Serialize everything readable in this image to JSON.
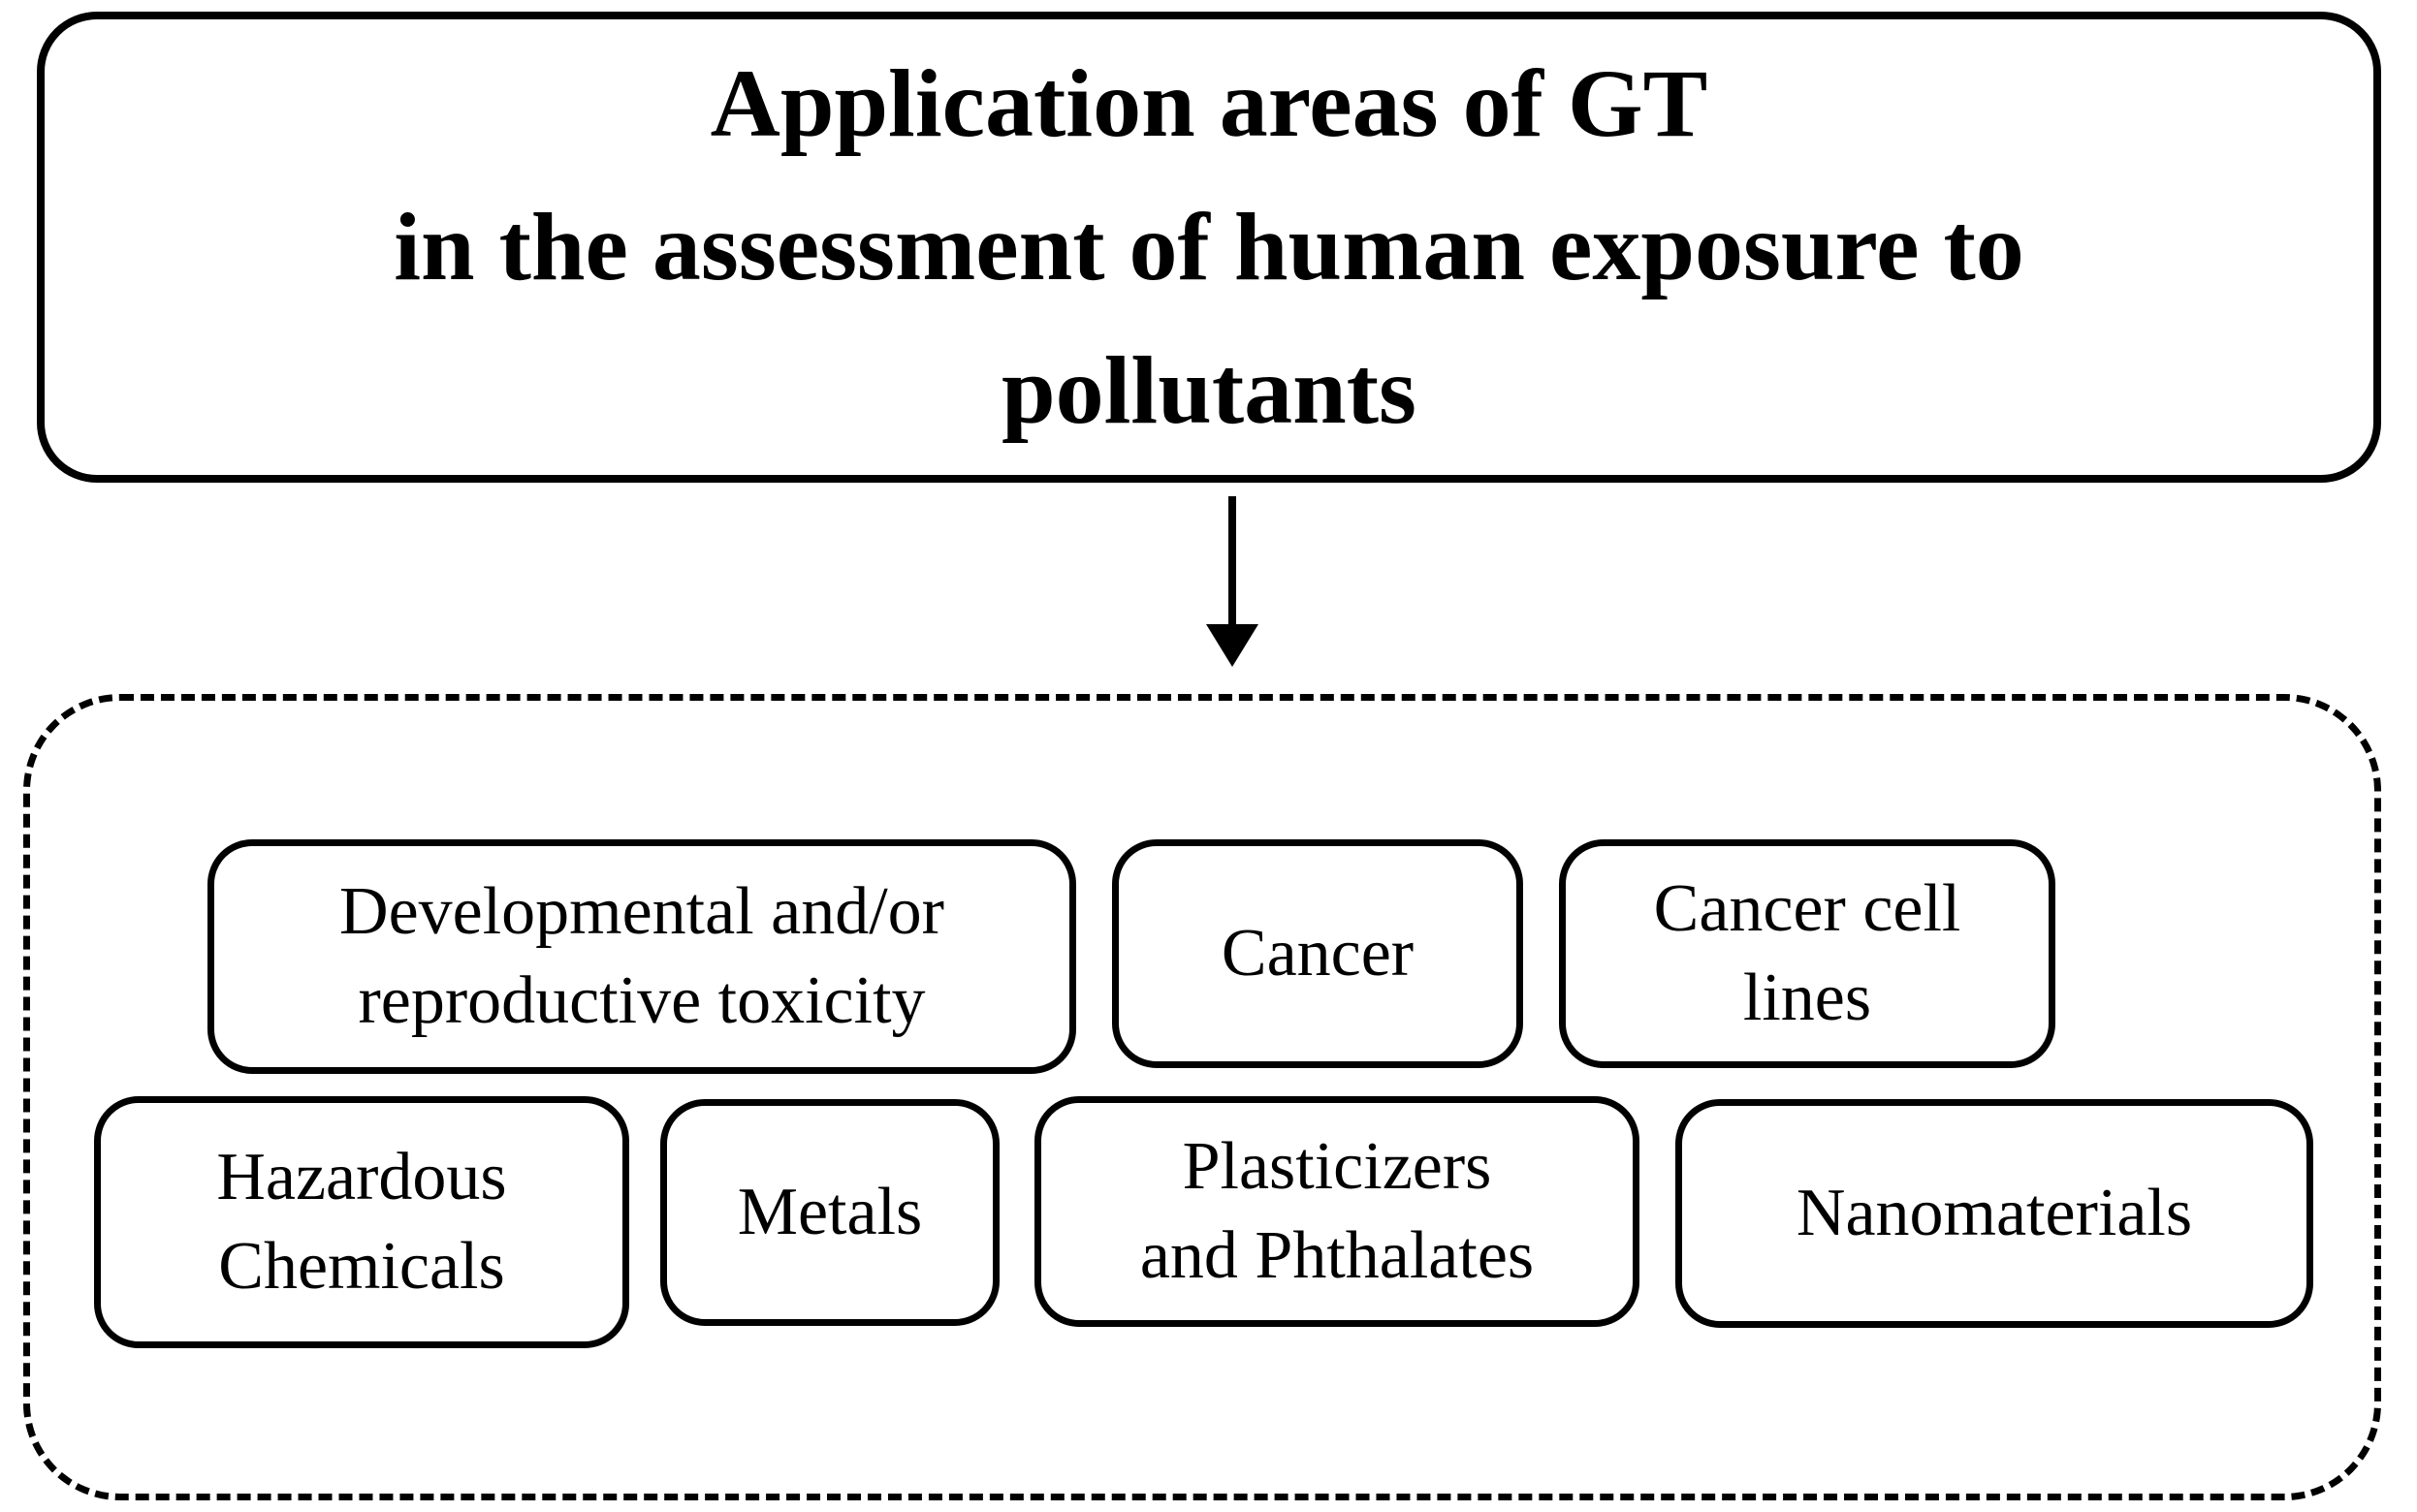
{
  "diagram": {
    "colors": {
      "ink": "#000000",
      "background": "#ffffff"
    },
    "title": {
      "lines": [
        "Application areas of GT",
        "in the assessment of human exposure to",
        "pollutants"
      ]
    },
    "connector": {
      "icon": "down-arrow"
    },
    "application_areas": {
      "items": [
        {
          "label": "Developmental and/or\nreproductive toxicity"
        },
        {
          "label": "Cancer"
        },
        {
          "label": "Cancer cell\nlines"
        },
        {
          "label": "Hazardous\nChemicals"
        },
        {
          "label": "Metals"
        },
        {
          "label": "Plasticizers\nand Phthalates"
        },
        {
          "label": "Nanomaterials"
        }
      ]
    }
  }
}
